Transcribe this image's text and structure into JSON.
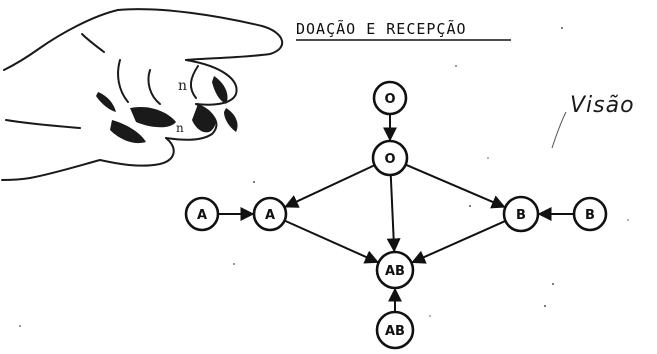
{
  "title": "DOAÇÃO E RECEPÇÃO",
  "side_label": "Visão",
  "colors": {
    "ink": "#111111",
    "background": "#ffffff"
  },
  "illustration": {
    "icon": "hand-icon",
    "overlay_letter": "n"
  },
  "nodes": [
    {
      "id": "o_top",
      "label": "O"
    },
    {
      "id": "o_mid",
      "label": "O"
    },
    {
      "id": "a_left",
      "label": "A"
    },
    {
      "id": "a_mid",
      "label": "A"
    },
    {
      "id": "b_mid",
      "label": "B"
    },
    {
      "id": "b_right",
      "label": "B"
    },
    {
      "id": "ab_mid",
      "label": "AB"
    },
    {
      "id": "ab_bottom",
      "label": "AB"
    }
  ],
  "edges": [
    {
      "from": "o_top",
      "to": "o_mid"
    },
    {
      "from": "o_mid",
      "to": "a_mid"
    },
    {
      "from": "o_mid",
      "to": "ab_mid"
    },
    {
      "from": "o_mid",
      "to": "b_mid"
    },
    {
      "from": "a_left",
      "to": "a_mid"
    },
    {
      "from": "b_right",
      "to": "b_mid"
    },
    {
      "from": "a_mid",
      "to": "ab_mid"
    },
    {
      "from": "b_mid",
      "to": "ab_mid"
    },
    {
      "from": "ab_bottom",
      "to": "ab_mid"
    }
  ]
}
